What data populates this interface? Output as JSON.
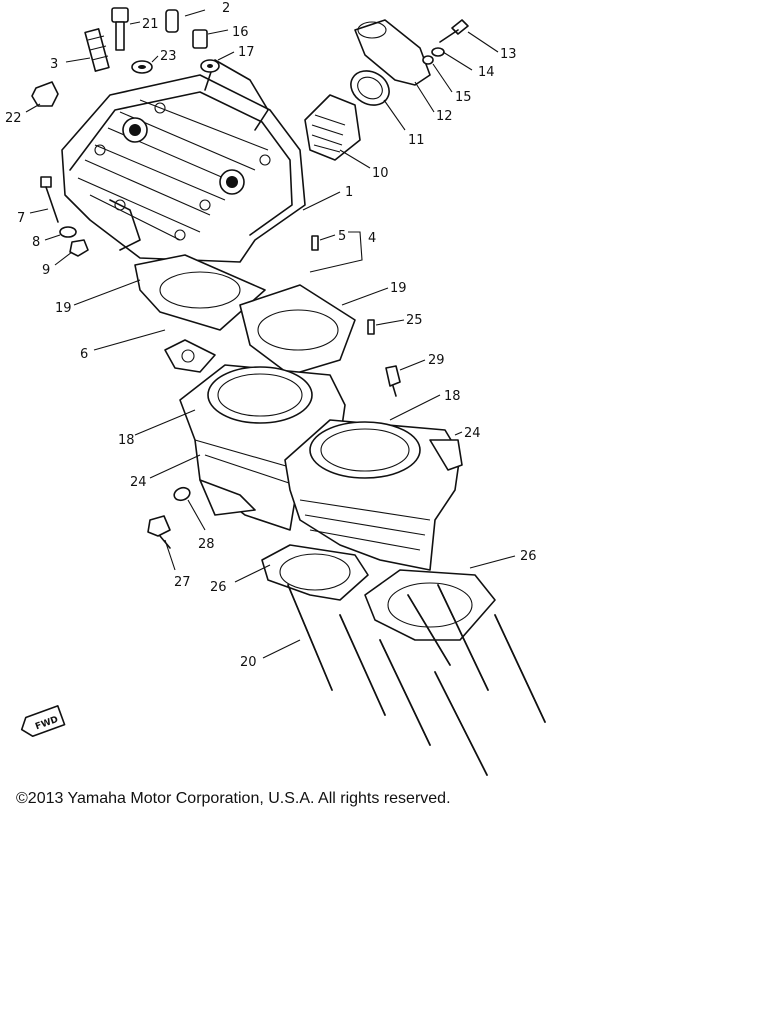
{
  "diagram": {
    "part_numbers": [
      "2",
      "21",
      "16",
      "23",
      "17",
      "3",
      "22",
      "13",
      "14",
      "15",
      "12",
      "11",
      "10",
      "1",
      "7",
      "8",
      "9",
      "5",
      "4",
      "19",
      "6",
      "25",
      "19",
      "29",
      "18",
      "18",
      "24",
      "24",
      "28",
      "27",
      "26",
      "26",
      "20"
    ],
    "front_badge": "FWD"
  },
  "footer": {
    "copyright": "©2013 Yamaha Motor Corporation, U.S.A. All rights reserved."
  }
}
